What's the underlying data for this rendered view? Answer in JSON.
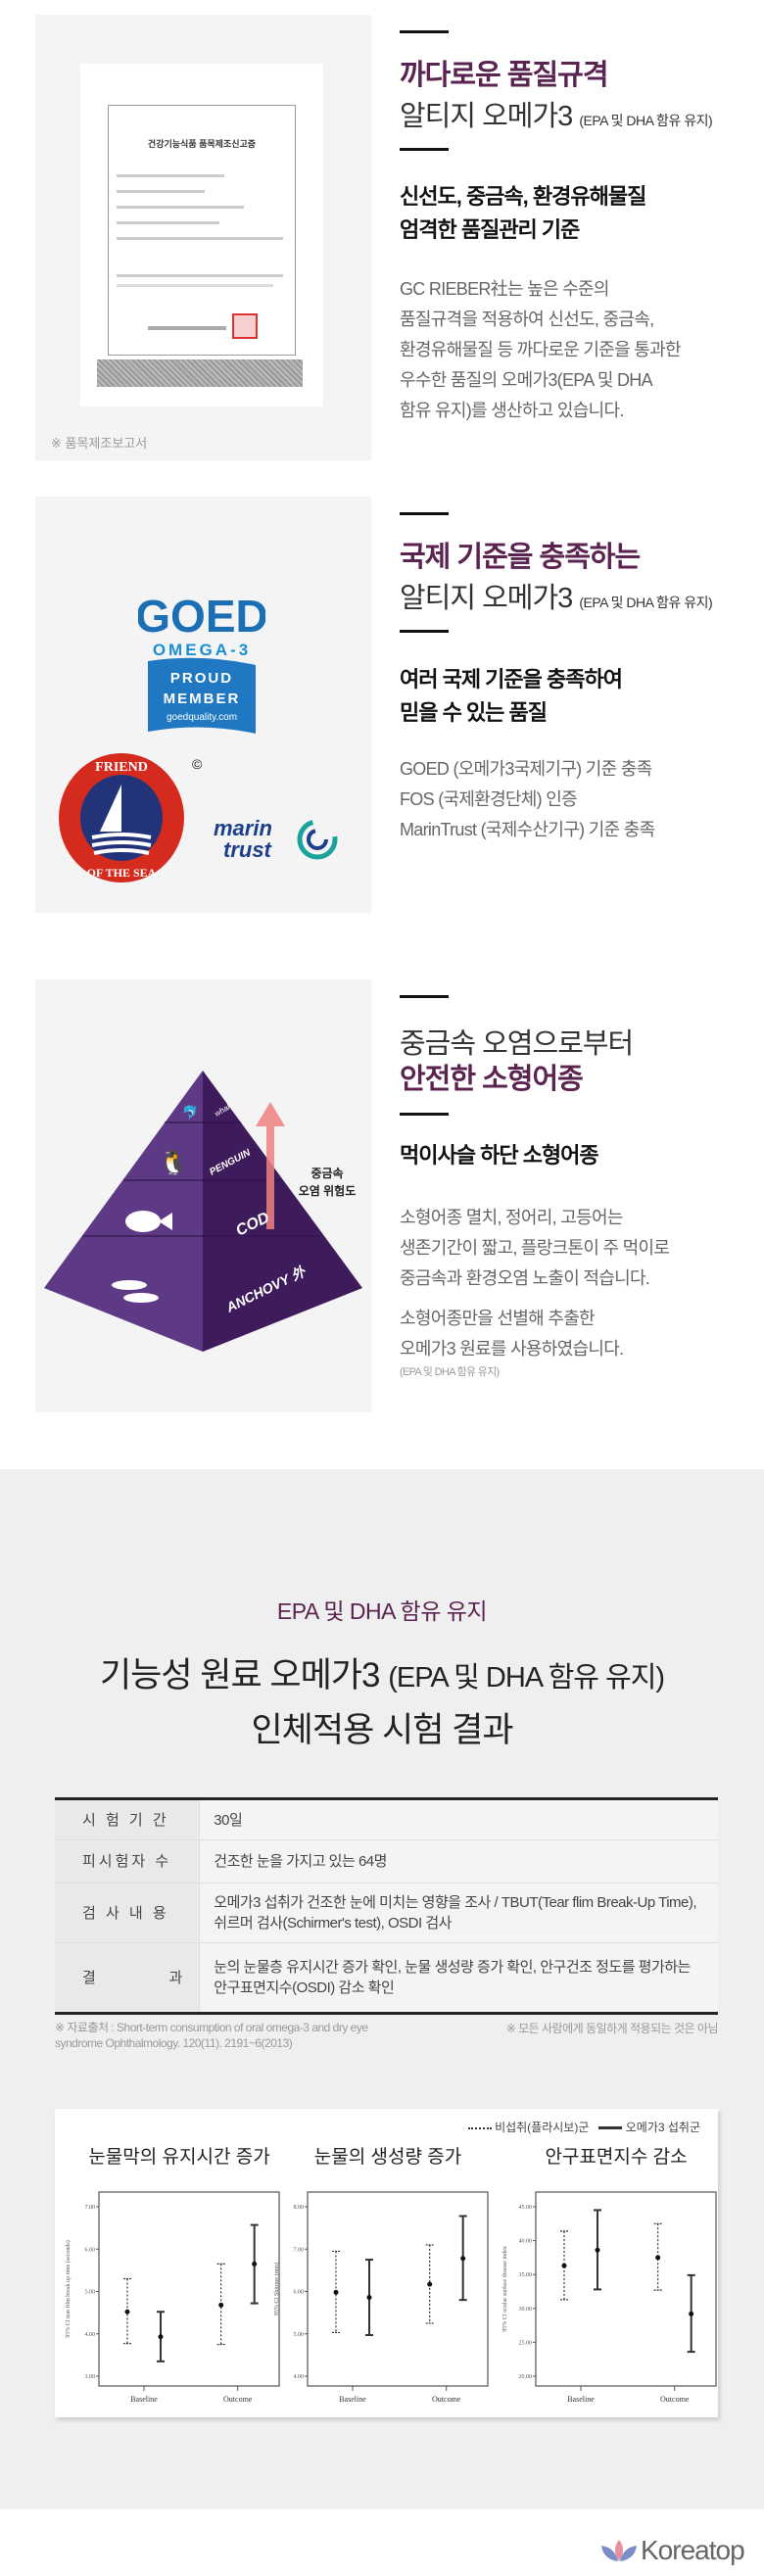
{
  "section1": {
    "title_accent": "까다로운 품질규격",
    "title_main": "알티지 오메가3",
    "title_small": "(EPA 및 DHA 함유 유지)",
    "heading": [
      "신선도, 중금속, 환경유해물질",
      "엄격한 품질관리 기준"
    ],
    "body": [
      "GC RIEBER社는 높은 수준의",
      "품질규격을 적용하여 신선도, 중금속,",
      "환경유해물질 등 까다로운 기준을 통과한",
      "우수한 품질의 오메가3(EPA 및 DHA",
      "함유 유지)를 생산하고 있습니다."
    ],
    "doc_title": "건강기능식품 품목제조신고증",
    "caption": "※ 품목제조보고서"
  },
  "section2": {
    "title_accent": "국제 기준을 충족하는",
    "title_main": "알티지 오메가3",
    "title_small": "(EPA 및 DHA 함유 유지)",
    "heading": [
      "여러 국제 기준을 충족하여",
      "믿을 수 있는 품질"
    ],
    "body": [
      "GOED (오메가3국제기구) 기준 충족",
      "FOS (국제환경단체) 인증",
      "MarinTrust (국제수산기구) 기준 충족"
    ],
    "logos": {
      "goed": "GOED",
      "goed_sub": "OMEGA-3",
      "goed_flag": [
        "PROUD",
        "MEMBER",
        "goedquality.com"
      ],
      "fos_top": "FRIEND",
      "fos_bottom": "OF THE SEA",
      "marin": [
        "marin",
        "trust"
      ]
    }
  },
  "section3": {
    "title_main": "중금속 오염으로부터",
    "title_accent": "안전한 소형어종",
    "heading": "먹이사슬 하단 소형어종",
    "body1": [
      "소형어종 멸치, 정어리, 고등어는",
      "생존기간이 짧고, 플랑크톤이 주 먹이로",
      "중금속과 환경오염 노출이 적습니다."
    ],
    "body2": [
      "소형어종만을 선별해 추출한",
      "오메가3 원료를 사용하였습니다."
    ],
    "body_small": "(EPA 및 DHA 함유 유지)",
    "pyramid": {
      "levels": [
        "whale",
        "PENGUIN",
        "COD",
        "ANCHOVY 外"
      ],
      "arrow_label": [
        "중금속",
        "오염 위험도"
      ],
      "colors": {
        "light": "#5e3a86",
        "dark": "#3e1c5c",
        "arrow": "#f08080"
      }
    }
  },
  "trial": {
    "subtitle": "EPA 및 DHA 함유 유지",
    "title_line1": "기능성 원료 오메가3",
    "title_line1_suffix": "(EPA 및 DHA 함유 유지)",
    "title_line2": "인체적용 시험 결과",
    "rows": [
      {
        "label": "시 험 기 간",
        "value": "30일"
      },
      {
        "label": "피시험자 수",
        "value": "건조한 눈을 가지고 있는 64명"
      },
      {
        "label": "검 사 내 용",
        "value": "오메가3 섭취가 건조한 눈에 미치는 영향을 조사 / TBUT(Tear flim Break-Up Time), 쉬르머 검사(Schirmer's test), OSDI 검사"
      },
      {
        "label": "결          과",
        "value": "눈의 눈물층 유지시간 증가 확인, 눈물 생성량 증가 확인, 안구건조 정도를 평가하는 안구표면지수(OSDI) 감소 확인"
      }
    ],
    "source": "※ 자료출처 : Short-term consumption of oral omega-3 and dry eye syndrome Ophthalmology. 120(11). 2191~6(2013)",
    "disclaimer": "※ 모든 사람에게 동일하게 적용되는 것은 아님"
  },
  "chart_data": [
    {
      "type": "errorbar",
      "title": "눈물막의 유지시간 증가",
      "ylabel": "95% CI tear film break up time (seconds)",
      "ylim": [
        3,
        7
      ],
      "yticks": [
        "3.00",
        "4.00",
        "5.00",
        "6.00",
        "7.00"
      ],
      "categories": [
        "Baseline",
        "Outcome"
      ],
      "series": [
        {
          "name": "비섭취(플라시보)군",
          "style": "dotted",
          "mean": [
            4.52,
            4.68
          ],
          "lower": [
            3.77,
            3.75
          ],
          "upper": [
            5.3,
            5.65
          ]
        },
        {
          "name": "오메가3 섭취군",
          "style": "solid",
          "mean": [
            3.93,
            5.65
          ],
          "lower": [
            3.35,
            4.72
          ],
          "upper": [
            4.52,
            6.57
          ]
        }
      ]
    },
    {
      "type": "errorbar",
      "title": "눈물의 생성량 증가",
      "ylabel": "95% CI Shirmer (mm)",
      "ylim": [
        4,
        8
      ],
      "yticks": [
        "4.00",
        "5.00",
        "6.00",
        "7.00",
        "8.00"
      ],
      "categories": [
        "Baseline",
        "Outcome"
      ],
      "series": [
        {
          "name": "비섭취(플라시보)군",
          "style": "dotted",
          "mean": [
            5.98,
            6.17
          ],
          "lower": [
            5.03,
            5.25
          ],
          "upper": [
            6.95,
            7.1
          ]
        },
        {
          "name": "오메가3 섭취군",
          "style": "solid",
          "mean": [
            5.86,
            6.78
          ],
          "lower": [
            4.97,
            5.8
          ],
          "upper": [
            6.75,
            7.78
          ]
        }
      ]
    },
    {
      "type": "errorbar",
      "title": "안구표면지수 감소",
      "ylabel": "95% CI ocular surface disease index",
      "ylim": [
        20,
        45
      ],
      "yticks": [
        "20.00",
        "25.00",
        "30.00",
        "35.00",
        "40.00",
        "45.00"
      ],
      "categories": [
        "Baseline",
        "Outcome"
      ],
      "series": [
        {
          "name": "비섭취(플라시보)군",
          "style": "dotted",
          "mean": [
            36.3,
            37.5
          ],
          "lower": [
            31.3,
            32.7
          ],
          "upper": [
            41.4,
            42.5
          ]
        },
        {
          "name": "오메가3 섭취군",
          "style": "solid",
          "mean": [
            38.6,
            29.2
          ],
          "lower": [
            32.8,
            23.6
          ],
          "upper": [
            44.5,
            34.9
          ]
        }
      ]
    }
  ],
  "legend": [
    "비섭취(플라시보)군",
    "오메가3 섭취군"
  ],
  "brand": {
    "name": "Koreatop",
    "colors": {
      "accent": "#5a2350",
      "petal_pink": "#e88fa0",
      "petal_blue": "#7a8fc8"
    }
  }
}
